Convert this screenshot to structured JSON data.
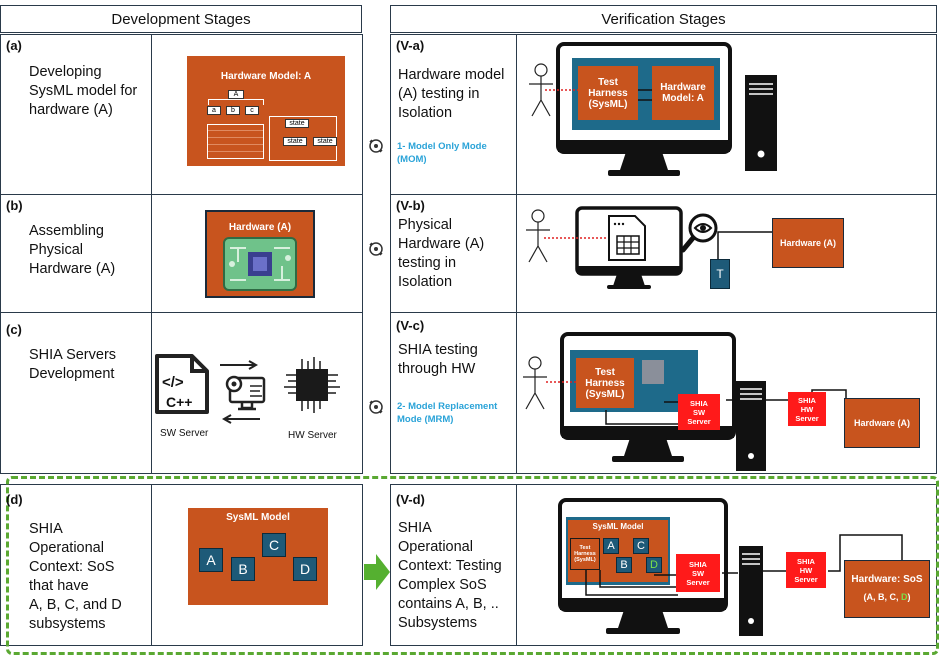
{
  "headers": {
    "development": "Development Stages",
    "verification": "Verification Stages"
  },
  "dev": [
    {
      "label": "(a)",
      "desc": "Developing\nSysML model for\nhardware (A)"
    },
    {
      "label": "(b)",
      "desc": "Assembling\nPhysical\nHardware (A)"
    },
    {
      "label": "(c)",
      "desc": "SHIA Servers\nDevelopment"
    },
    {
      "label": "(d)",
      "desc": "SHIA\nOperational\nContext:  SoS\nthat have\n A, B, C, and D\nsubsystems"
    }
  ],
  "ver": [
    {
      "label": "(V-a)",
      "desc": "Hardware model\n(A) testing in\nIsolation"
    },
    {
      "label": "(V-b)",
      "desc": "Physical\nHardware (A)\ntesting in\nIsolation"
    },
    {
      "label": "(V-c)",
      "desc": "SHIA testing\nthrough HW"
    },
    {
      "label": "(V-d)",
      "desc": "SHIA\nOperational\nContext: Testing\nComplex SoS\ncontains A, B, ..\nSubsystems"
    }
  ],
  "modes": {
    "mom": "1- Model Only Mode\n(MOM)",
    "mrm": "2- Model Replacement\nMode (MRM)"
  },
  "a_img": {
    "title": "Hardware Model: A",
    "tree_root": "A",
    "tree_leaves": [
      "a",
      "b",
      "c"
    ],
    "states": [
      "state",
      "state",
      "state"
    ]
  },
  "b_img": {
    "title": "Hardware (A)"
  },
  "c_img": {
    "code": "</>",
    "cpp": "C++",
    "sw": "SW Server",
    "hw": "HW Server"
  },
  "d_img": {
    "title": "SysML Model",
    "subs": [
      "A",
      "B",
      "C",
      "D"
    ]
  },
  "va_img": {
    "harness": "Test\nHarness\n(SysML)",
    "model": "Hardware\nModel: A"
  },
  "vb_img": {
    "hardware": "Hardware (A)",
    "t": "T"
  },
  "vc_img": {
    "harness": "Test\nHarness\n(SysML)",
    "sw": "SHIA\nSW\nServer",
    "hw": "SHIA\nHW\nServer",
    "hardware": "Hardware (A)"
  },
  "vd_img": {
    "title": "SysML Model",
    "harness": "Test\nHarness\n(SysML)",
    "subs": [
      "A",
      "C",
      "B",
      "D"
    ],
    "sw": "SHIA\nSW\nServer",
    "hw": "SHIA\nHW\nServer",
    "hardware": "Hardware: SoS",
    "hw_list_a": "(A, B, C, ",
    "hw_list_d": "D",
    "hw_list_end": ")"
  },
  "colors": {
    "orange": "#c8541e",
    "red": "#ff1a1a",
    "teal": "#1e6a8a",
    "green": "#55b030",
    "blue": "#2aa3d8",
    "dash": "#5aa832"
  }
}
